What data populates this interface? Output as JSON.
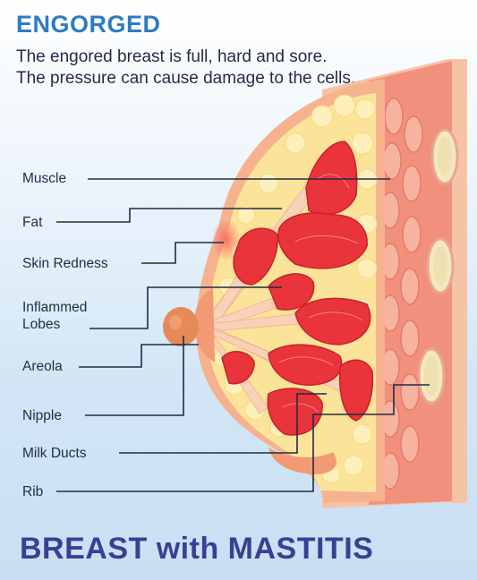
{
  "header": {
    "title": "ENGORGED",
    "description": "The engored breast is full, hard and sore. The pressure can cause damage to the cells."
  },
  "labels": {
    "muscle": "Muscle",
    "fat": "Fat",
    "skin_redness": "Skin Redness",
    "inflammed_lobes_line1": "Inflammed",
    "inflammed_lobes_line2": "Lobes",
    "areola": "Areola",
    "nipple": "Nipple",
    "milk_ducts": "Milk Ducts",
    "rib": "Rib"
  },
  "footer": {
    "title": "BREAST with MASTITIS"
  },
  "colors": {
    "title_blue": "#2d7cc3",
    "footer_navy": "#3a3f93",
    "lobe_red": "#e8343a",
    "skin_peach": "#f6b28f",
    "fat_yellow": "#fbe49a",
    "muscle_pink": "#f2907e"
  }
}
